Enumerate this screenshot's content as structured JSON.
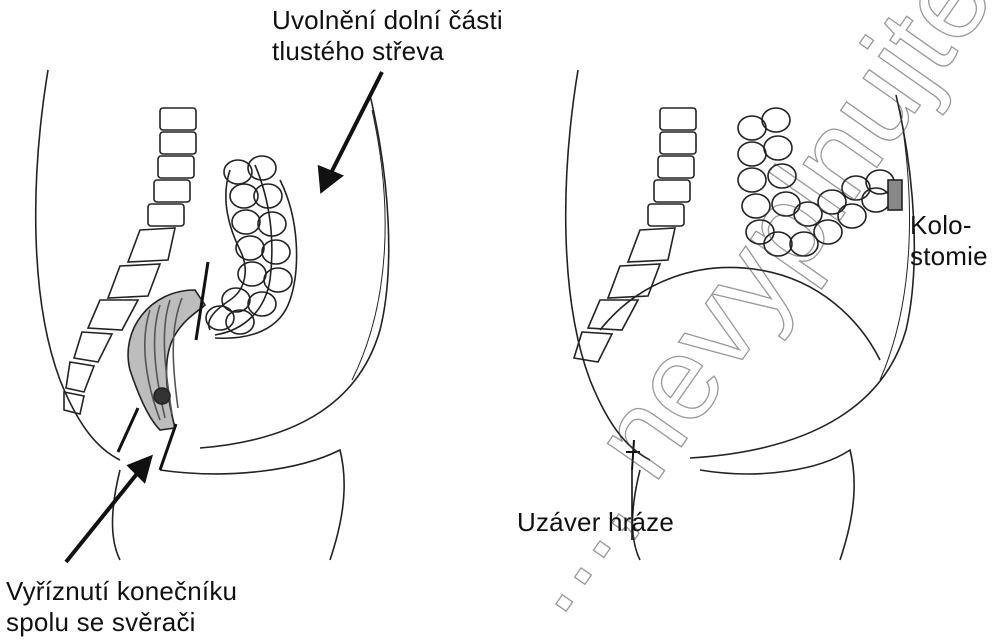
{
  "labels": {
    "top": [
      "Uvolnění dolní části",
      "tlustého střeva"
    ],
    "bottom": [
      "Vyříznutí konečníku",
      "spolu se svěrači"
    ],
    "colostomy": [
      "Kolo-",
      "stomie"
    ],
    "perineum": "Uzáver hráze"
  },
  "watermark": "..., nevyplnujte!"
}
